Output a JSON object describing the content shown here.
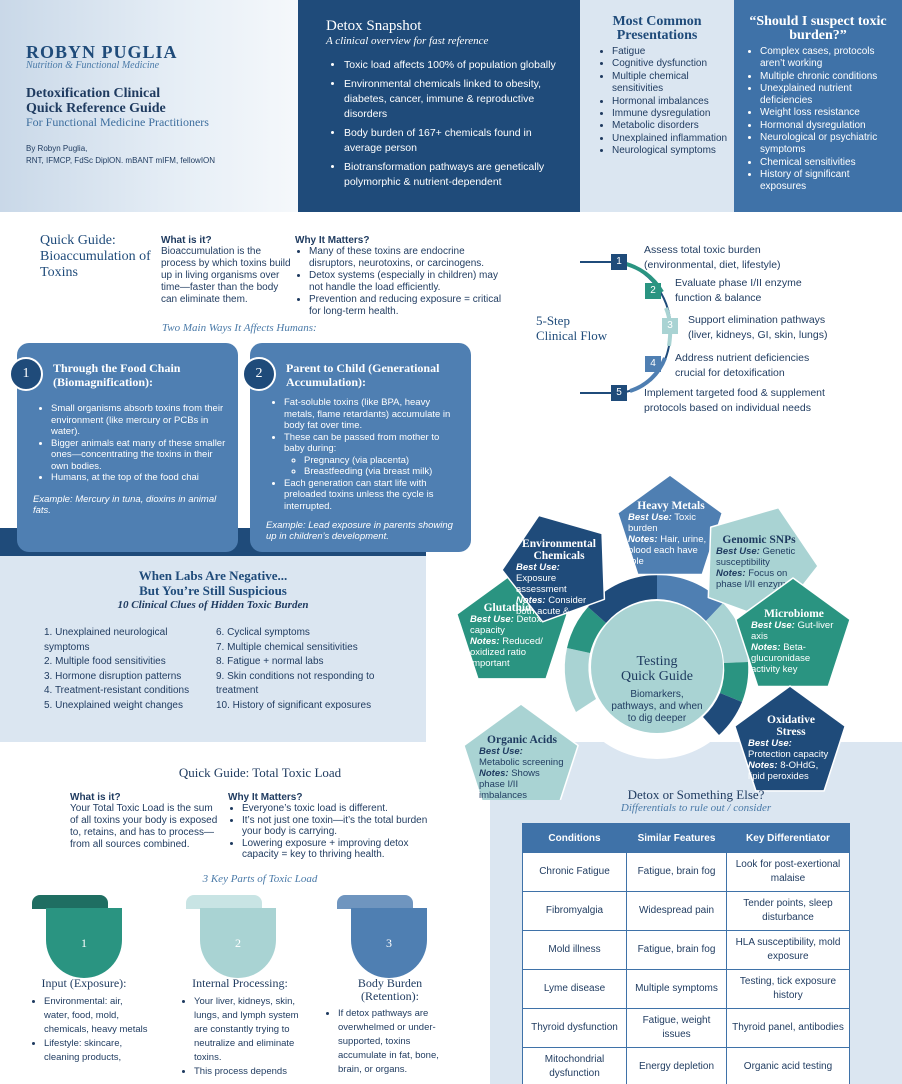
{
  "header": {
    "brand": "ROBYN PUGLIA",
    "brand_sub": "Nutrition & Functional Medicine",
    "title_line1": "Detoxification Clinical",
    "title_line2": "Quick Reference Guide",
    "subtitle": "For Functional Medicine Practitioners",
    "author_line1": "By Robyn Puglia,",
    "author_line2": "RNT, IFMCP, FdSc DiplON. mBANT mIFM, fellowION"
  },
  "snapshot": {
    "title": "Detox Snapshot",
    "subtitle": "A clinical overview for fast reference",
    "items": [
      "Toxic load affects 100% of population globally",
      "Environmental chemicals linked to obesity, diabetes, cancer, immune & reproductive disorders",
      "Body burden of 167+ chemicals found in average person",
      "Biotransformation pathways are genetically polymorphic & nutrient-dependent"
    ]
  },
  "presentations": {
    "title": "Most Common Presentations",
    "items": [
      "Fatigue",
      "Cognitive dysfunction",
      "Multiple chemical sensitivities",
      "Hormonal imbalances",
      "Immune dysregulation",
      "Metabolic disorders",
      "Unexplained inflammation",
      "Neurological symptoms"
    ]
  },
  "suspect": {
    "title": "“Should I suspect toxic burden?”",
    "items": [
      "Complex cases, protocols aren’t working",
      "Multiple chronic conditions",
      "Unexplained nutrient deficiencies",
      "Weight loss resistance",
      "Hormonal dysregulation",
      "Neurological or psychiatric symptoms",
      "Chemical sensitivities",
      "History of significant exposures"
    ]
  },
  "bio": {
    "title": "Quick Guide: Bioaccumulation of Toxins",
    "what_h": "What is it?",
    "what_t": "Bioaccumulation is the process by which toxins build up in living organisms over time—faster than the body can eliminate them.",
    "why_h": "Why It Matters?",
    "why_items": [
      "Many of these toxins are endocrine disruptors, neurotoxins, or carcinogens.",
      "Detox systems (especially in children) may not handle the load efficiently.",
      "Prevention and reducing exposure = critical for long-term health."
    ],
    "two_ways": "Two Main Ways It Affects Humans:",
    "card1": {
      "num": "1",
      "title": "Through the Food Chain (Biomagnification):",
      "items": [
        "Small organisms absorb toxins from their environment (like mercury or PCBs in water).",
        "Bigger animals eat many of these smaller ones—concentrating the toxins in their own bodies.",
        "Humans, at the top of the food chai"
      ],
      "example": "Example: Mercury in tuna, dioxins in animal fats."
    },
    "card2": {
      "num": "2",
      "title": "Parent to Child (Generational Accumulation):",
      "item1": "Fat-soluble toxins (like BPA, heavy metals, flame retardants) accumulate in body fat over time.",
      "item2": "These can be passed from mother to baby during:",
      "sub1": "Pregnancy (via placenta)",
      "sub2": "Breastfeeding (via breast milk)",
      "item3": "Each generation can start life with preloaded toxins unless the cycle is interrupted.",
      "example": "Example: Lead exposure in parents showing up in children’s development."
    }
  },
  "flow": {
    "title_line1": "5-Step",
    "title_line2": "Clinical Flow",
    "steps": [
      {
        "n": "1",
        "l1": "Assess total toxic burden",
        "l2": "(environmental, diet, lifestyle)"
      },
      {
        "n": "2",
        "l1": "Evaluate phase I/II enzyme",
        "l2": "function & balance"
      },
      {
        "n": "3",
        "l1": "Support elimination pathways",
        "l2": "(liver, kidneys, GI, skin, lungs)"
      },
      {
        "n": "4",
        "l1": "Address nutrient deficiencies",
        "l2": "crucial for detoxification"
      },
      {
        "n": "5",
        "l1": "Implement targeted food & supplement",
        "l2": "protocols based on individual needs"
      }
    ]
  },
  "labs": {
    "title_line1": "When Labs Are Negative...",
    "title_line2": "But You’re Still Suspicious",
    "subtitle": "10 Clinical Clues of Hidden Toxic Burden",
    "left": [
      "1. Unexplained neurological symptoms",
      "2. Multiple food sensitivities",
      "3. Hormone disruption patterns",
      "4. Treatment-resistant conditions",
      "5. Unexplained weight changes"
    ],
    "right": [
      "6. Cyclical symptoms",
      "7. Multiple chemical sensitivities",
      "8. Fatigue + normal labs",
      "9. Skin conditions not responding to treatment",
      "10. History of significant exposures"
    ]
  },
  "testing": {
    "center_title_line1": "Testing",
    "center_title_line2": "Quick Guide",
    "center_sub_line1": "Biomarkers,",
    "center_sub_line2": "pathways, and when",
    "center_sub_line3": "to dig deeper",
    "best_label": "Best Use:",
    "notes_label": "Notes:",
    "tests": [
      {
        "name1": "Heavy Metals",
        "name2": "",
        "best": "Toxic burden",
        "notes": "Hair, urine, blood each have role",
        "color": "#4f7fb2"
      },
      {
        "name1": "Genomic SNPs",
        "name2": "",
        "best": "Genetic susceptibility",
        "notes": "Focus on phase I/II enzymes",
        "color": "#a9d3d3"
      },
      {
        "name1": "Microbiome",
        "name2": "",
        "best": "Gut-liver axis",
        "notes": "Beta-glucuronidase activity key",
        "color": "#2a9481"
      },
      {
        "name1": "Oxidative",
        "name2": "Stress",
        "best": "Protection capacity",
        "notes": "8-OHdG, lipid peroxides",
        "color": "#1f4b7a"
      },
      {
        "name1": "Organic Acids",
        "name2": "",
        "best": "Metabolic screening",
        "notes": "Shows phase I/II imbalances",
        "color": "#a9d3d3"
      },
      {
        "name1": "Glutathione",
        "name2": "",
        "best": "Detox capacity",
        "notes": "Reduced/ oxidized ratio important",
        "color": "#2a9481"
      },
      {
        "name1": "Environmental",
        "name2": "Chemicals",
        "best": "Exposure assessment",
        "notes": "Consider both acute & chronic",
        "color": "#1f4b7a"
      }
    ]
  },
  "ttl": {
    "title": "Quick Guide: Total Toxic Load",
    "what_h": "What is it?",
    "what_t": "Your Total Toxic Load is the sum of all toxins your body is exposed to, retains, and has to process—from all sources combined.",
    "why_h": "Why It Matters?",
    "why_items": [
      "Everyone’s toxic load is different.",
      "It’s not just one toxin—it’s the total burden your body is carrying.",
      "Lowering exposure + improving detox capacity = key to thriving health."
    ],
    "key_parts": "3 Key Parts of Toxic Load",
    "parts": [
      {
        "n": "1",
        "title1": "Input (Exposure):",
        "title2": "",
        "items": [
          "Environmental: air, water, food, mold, chemicals, heavy metals",
          "Lifestyle: skincare, cleaning products,"
        ],
        "color": "#2a9481",
        "top": "#1f6e62"
      },
      {
        "n": "2",
        "title1": "Internal Processing:",
        "title2": "",
        "items": [
          "Your liver, kidneys, skin, lungs, and lymph system are constantly trying to neutralize and eliminate toxins.",
          "This process depends"
        ],
        "color": "#a9d3d3",
        "top": "#c8e4e4"
      },
      {
        "n": "3",
        "title1": "Body Burden",
        "title2": "(Retention):",
        "items": [
          "If detox pathways are overwhelmed or under-supported, toxins accumulate in fat, bone, brain, or organs."
        ],
        "color": "#4f7fb2",
        "top": "#6f95bf"
      }
    ]
  },
  "diff": {
    "title": "Detox or Something Else?",
    "subtitle": "Differentials to rule out / consider",
    "headers": [
      "Conditions",
      "Similar Features",
      "Key Differentiator"
    ],
    "rows": [
      [
        "Chronic Fatigue",
        "Fatigue, brain fog",
        "Look for post-exertional malaise"
      ],
      [
        "Fibromyalgia",
        "Widespread pain",
        "Tender points, sleep disturbance"
      ],
      [
        "Mold illness",
        "Fatigue, brain fog",
        "HLA susceptibility, mold exposure"
      ],
      [
        "Lyme disease",
        "Multiple symptoms",
        "Testing, tick exposure history"
      ],
      [
        "Thyroid dysfunction",
        "Fatigue, weight issues",
        "Thyroid panel, antibodies"
      ],
      [
        "Mitochondrial dysfunction",
        "Energy depletion",
        "Organic acid testing"
      ]
    ]
  }
}
